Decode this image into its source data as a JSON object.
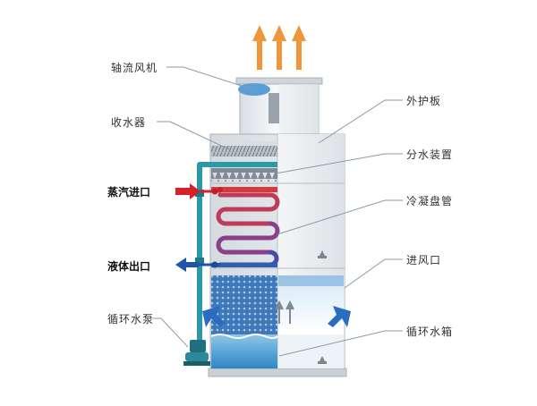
{
  "labels": {
    "axial_fan": "轴流风机",
    "drift_eliminator": "收水器",
    "steam_inlet": "蒸汽进口",
    "liquid_outlet": "液体出口",
    "circulating_pump": "循环水泵",
    "outer_panel": "外护板",
    "water_distributor": "分水装置",
    "condensing_coil": "冷凝盘管",
    "air_inlet": "进风口",
    "water_basin": "循环水箱"
  },
  "colors": {
    "exhaust_arrow": "#f0963a",
    "steam_arrow": "#d8202a",
    "liquid_arrow": "#1f55a8",
    "air_arrow": "#2a6cc0",
    "pipe": "#2a9aa8",
    "water": "#3d8fd6",
    "casing": "#e8ecef",
    "leader": "#8a9aaa"
  }
}
